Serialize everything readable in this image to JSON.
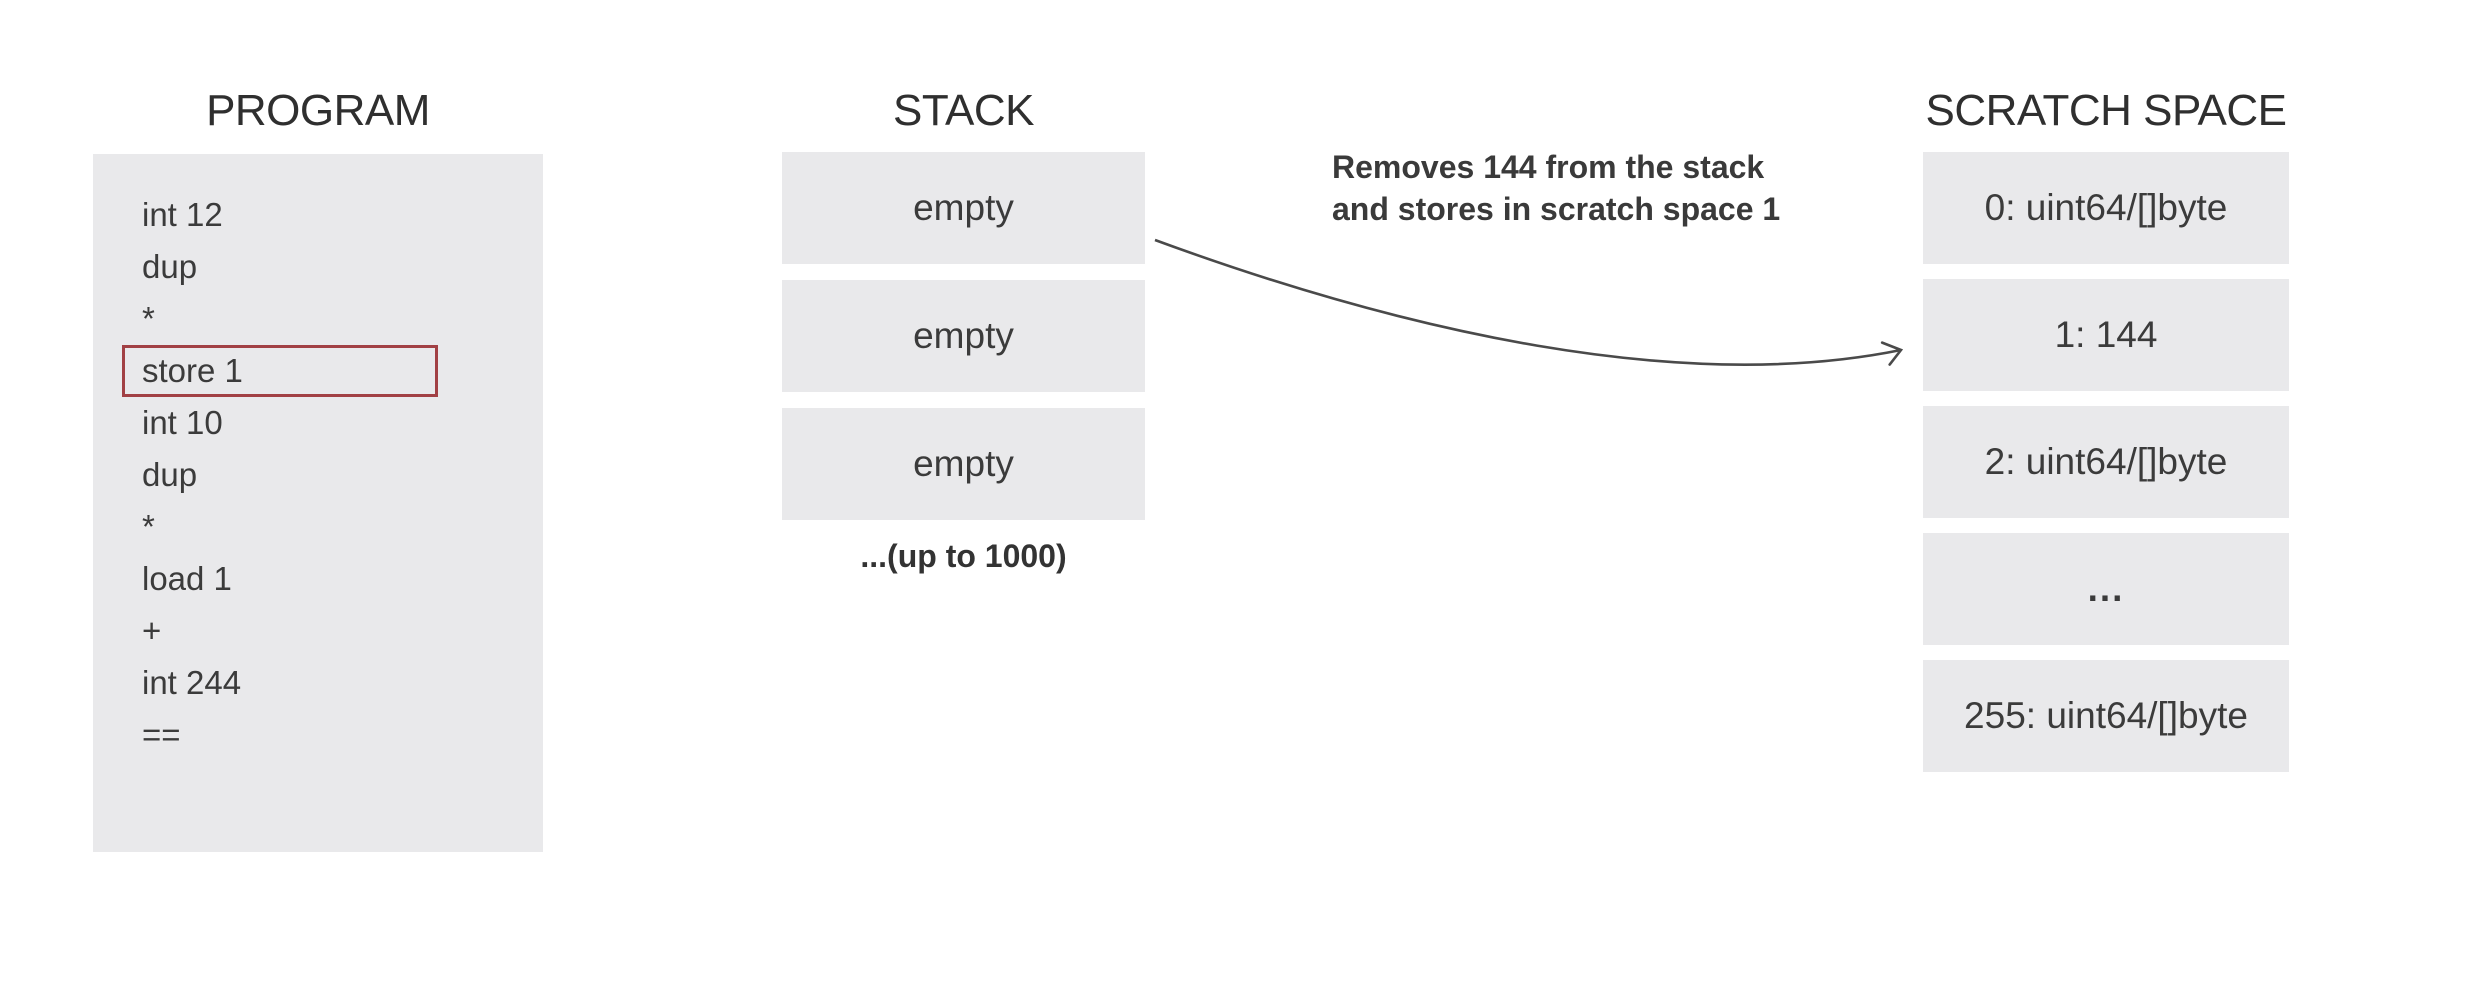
{
  "colors": {
    "background": "#ffffff",
    "box_fill": "#e9e9eb",
    "text": "#3b3b3b",
    "title_text": "#2f2f2f",
    "highlight_border": "#a14044",
    "arrow": "#4a4a4a"
  },
  "program": {
    "title": "PROGRAM",
    "lines": [
      "int 12",
      "dup",
      "*",
      "store 1",
      "int 10",
      "dup",
      "*",
      "load 1",
      "+",
      "int 244",
      "=="
    ],
    "highlighted_line": "store 1"
  },
  "stack": {
    "title": "STACK",
    "slots": [
      "empty",
      "empty",
      "empty"
    ],
    "caption": "...(up to 1000)"
  },
  "scratch": {
    "title": "SCRATCH SPACE",
    "slots": [
      "0: uint64/[]byte",
      "1: 144",
      "2: uint64/[]byte",
      "...",
      "255: uint64/[]byte"
    ]
  },
  "annotation": {
    "line1": "Removes 144 from the stack",
    "line2": "and stores in scratch space 1"
  }
}
